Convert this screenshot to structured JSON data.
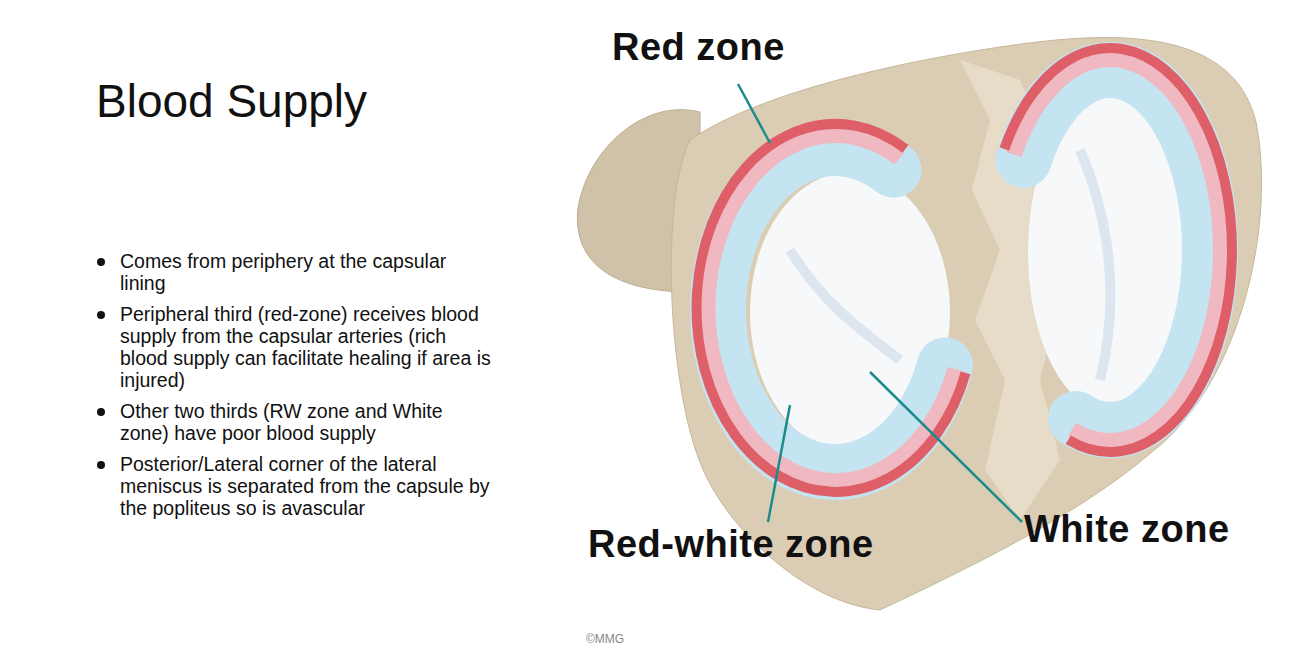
{
  "diagram": {
    "title": "Blood Supply",
    "labels": [
      "Comes from periphery at the capsular lining",
      "Peripheral third (red-zone) receives blood supply from the capsular arteries (rich blood supply can facilitate healing if area is injured)",
      "Other two thirds (RW zone and White zone) have poor blood supply",
      "Posterior/Lateral corner of the lateral meniscus is separated from the capsule by the popliteus so is avascular",
      "Red zone",
      "Red-white zone",
      "White zone",
      "©MMG"
    ]
  }
}
